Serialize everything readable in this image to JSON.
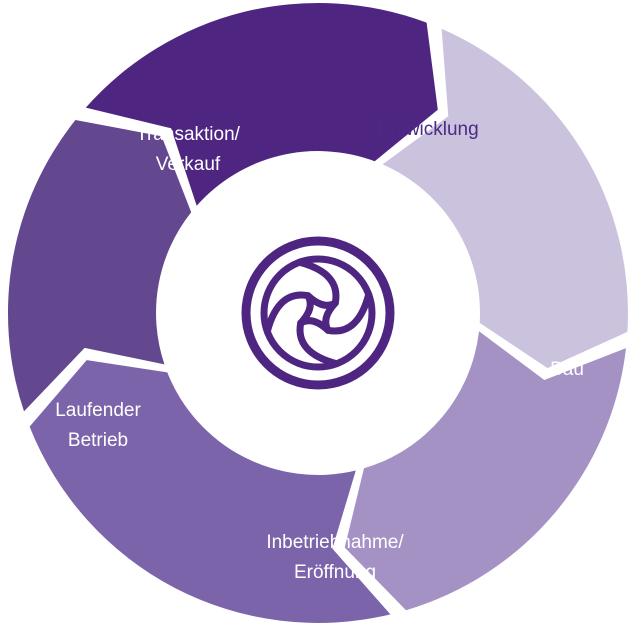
{
  "diagram": {
    "segments": [
      {
        "id": "entwicklung",
        "lines": [
          "Entwicklung"
        ],
        "color": "#cbc2de",
        "text_color": "#4a2a82"
      },
      {
        "id": "bau",
        "lines": [
          "Bau"
        ],
        "color": "#a592c4",
        "text_color": "#ffffff"
      },
      {
        "id": "inbetriebnahme",
        "lines": [
          "Inbetriebnahme/",
          "Eröffnung"
        ],
        "color": "#7c64ab",
        "text_color": "#ffffff"
      },
      {
        "id": "laufender-betrieb",
        "lines": [
          "Laufender",
          "Betrieb"
        ],
        "color": "#634890",
        "text_color": "#ffffff"
      },
      {
        "id": "transaktion",
        "lines": [
          "Transaktion/",
          "Verkauf"
        ],
        "color": "#4f2582",
        "text_color": "#ffffff"
      }
    ],
    "center_icon": {
      "name": "swirl-logo-icon",
      "color": "#4f2582"
    }
  }
}
